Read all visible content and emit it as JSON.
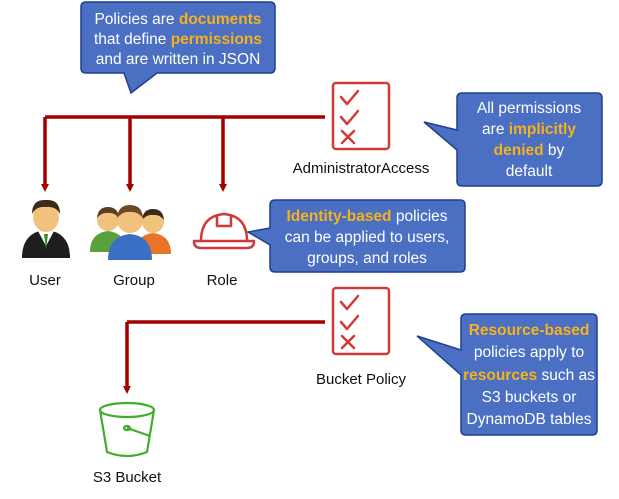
{
  "colors": {
    "callout_fill": "#4a6fc3",
    "callout_stroke": "#1f3f8f",
    "highlight": "#f6b21b",
    "connector": "#a30000",
    "policy_icon": "#d23a3a",
    "bucket_icon": "#3fae2a"
  },
  "icons": {
    "policy": "checklist-icon",
    "user": "user-icon",
    "group": "group-icon",
    "role": "hard-hat-icon",
    "bucket": "bucket-icon"
  },
  "callouts": {
    "policies": {
      "line1": {
        "a": "Policies are ",
        "b": "documents"
      },
      "line2": {
        "a": "that define ",
        "b": "permissions"
      },
      "line3": "and are written in JSON"
    },
    "implicit": {
      "line1": "All permissions",
      "line2": {
        "a": "are ",
        "b": "implicitly"
      },
      "line3": {
        "a": "denied",
        "b": " by"
      },
      "line4": "default"
    },
    "identity": {
      "line1": {
        "a": "Identity-based",
        "b": " policies"
      },
      "line2": "can be applied to users,",
      "line3": "groups, and roles"
    },
    "resource": {
      "line1": "Resource-based",
      "line2": "policies apply to",
      "line3": {
        "a": "resources",
        "b": " such as"
      },
      "line4": "S3 buckets or",
      "line5": "DynamoDB tables"
    }
  },
  "labels": {
    "admin_policy": "AdministratorAccess",
    "user": "User",
    "group": "Group",
    "role": "Role",
    "bucket_policy": "Bucket Policy",
    "s3_bucket": "S3 Bucket"
  }
}
